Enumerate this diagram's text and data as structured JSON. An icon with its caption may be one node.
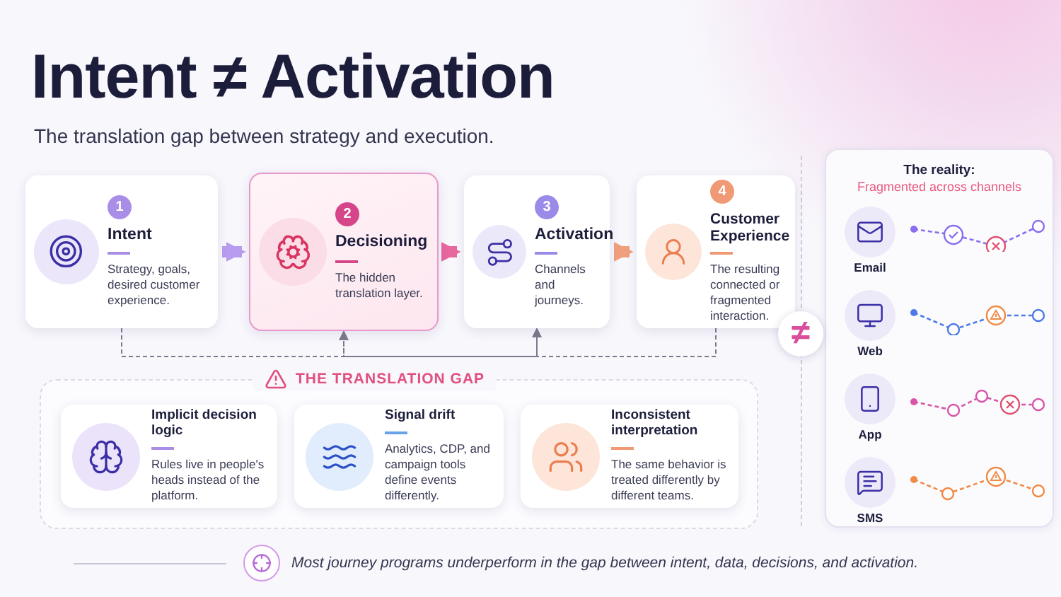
{
  "diagram": {
    "title": "Intent ≠ Activation",
    "caption": "Most journey programs underperform in the gap between intent, data, decisions, and activation.",
    "nodes": [
      {
        "text": [
          "1",
          "Intent",
          "Strategy, goals, desired customer experience."
        ]
      },
      {
        "text": [
          "2",
          "Decisioning",
          "The hidden translation layer."
        ]
      },
      {
        "text": [
          "3",
          "Activation",
          "Channels and journeys."
        ]
      },
      {
        "text": [
          "4",
          "Customer Experience",
          "The resulting connected or fragmented interaction."
        ]
      },
      {
        "text": [
          "THE TRANSLATION GAP"
        ]
      },
      {
        "text": [
          "Implicit decision logic",
          "Rules live in people's heads instead of the platform."
        ],
        "in": 4
      },
      {
        "text": [
          "Signal drift",
          "Analytics, CDP, and campaign tools define events differently."
        ],
        "in": 4
      },
      {
        "text": [
          "Inconsistent interpretation",
          "The same behavior is treated differently by different teams."
        ],
        "in": 4
      },
      {
        "text": [
          "The reality:",
          "Fragmented across channels"
        ]
      },
      {
        "text": [
          "Email"
        ],
        "in": 8
      },
      {
        "text": [
          "Web"
        ],
        "in": 8
      },
      {
        "text": [
          "App"
        ],
        "in": 8
      },
      {
        "text": [
          "SMS"
        ],
        "in": 8
      },
      {
        "text": [
          "≠"
        ]
      }
    ],
    "edges": [
      {
        "from": 0,
        "to": 1,
        "arrow": "to",
        "style": "thick",
        "color": "#b79cf0"
      },
      {
        "from": 1,
        "to": 2,
        "arrow": "to",
        "style": "thick",
        "color": "#e8679f"
      },
      {
        "from": 2,
        "to": 3,
        "arrow": "to",
        "style": "thick",
        "color": "#f0a07c"
      },
      {
        "from": 0,
        "to": 1,
        "arrow": "to",
        "style": "dashed"
      },
      {
        "from": 0,
        "to": 2,
        "arrow": "to",
        "style": "dashed"
      },
      {
        "from": 3,
        "to": 1,
        "arrow": "to",
        "style": "dashed"
      },
      {
        "from": 3,
        "to": 2,
        "arrow": "to",
        "style": "dashed"
      }
    ],
    "labels": [
      "The translation gap between strategy and execution."
    ]
  }
}
